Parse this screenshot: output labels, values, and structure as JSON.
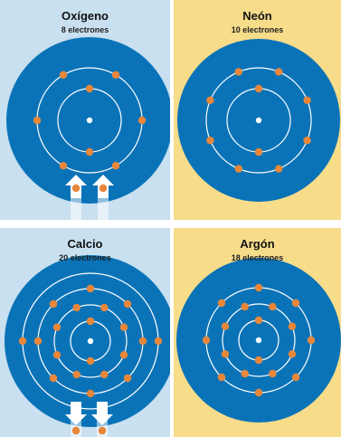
{
  "panels": [
    {
      "key": "oxygen",
      "title": "Oxígeno",
      "subtitle": "8 electrones",
      "background": "#c9e0f0",
      "shells": [
        2,
        6
      ],
      "arrows": "in"
    },
    {
      "key": "neon",
      "title": "Neón",
      "subtitle": "10 electrones",
      "background": "#f7dc8a",
      "shells": [
        2,
        8
      ],
      "arrows": "none"
    },
    {
      "key": "calcium",
      "title": "Calcio",
      "subtitle": "20 electrones",
      "background": "#c9e0f0",
      "shells": [
        2,
        8,
        8,
        2
      ],
      "arrows": "out"
    },
    {
      "key": "argon",
      "title": "Argón",
      "subtitle": "18 electrones",
      "background": "#f7dc8a",
      "shells": [
        2,
        8,
        8
      ],
      "arrows": "none"
    }
  ],
  "colors": {
    "atom_fill": "#0a73b8",
    "orbit": "#ffffff",
    "electron": "#e8873a",
    "nucleus": "#ffffff",
    "arrow": "#ffffff"
  }
}
